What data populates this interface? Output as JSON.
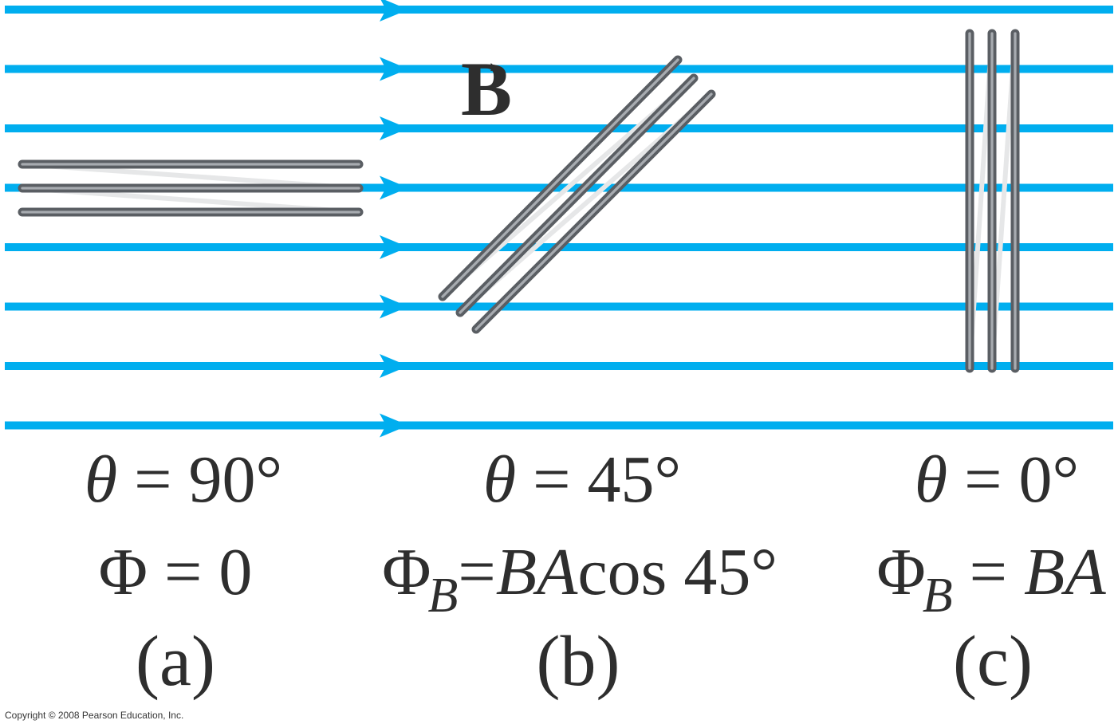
{
  "field": {
    "symbol": "B",
    "color": "#00aeef",
    "line_count": 8,
    "direction": "right"
  },
  "panels": [
    {
      "id": "a",
      "angle_text": "90°",
      "flux_symbol": "Φ",
      "flux_sub": "",
      "flux_rhs": "0",
      "label": "(a)"
    },
    {
      "id": "b",
      "angle_text": "45°",
      "flux_symbol": "Φ",
      "flux_sub": "B",
      "flux_rhs_italic": "BA",
      "flux_rhs_plain": "cos 45°",
      "label": "(b)"
    },
    {
      "id": "c",
      "angle_text": "0°",
      "flux_symbol": "Φ",
      "flux_sub": "B",
      "flux_rhs_italic": "BA",
      "label": "(c)"
    }
  ],
  "theta_symbol": "θ",
  "equals": "=",
  "copyright": "Copyright © 2008 Pearson Education, Inc."
}
